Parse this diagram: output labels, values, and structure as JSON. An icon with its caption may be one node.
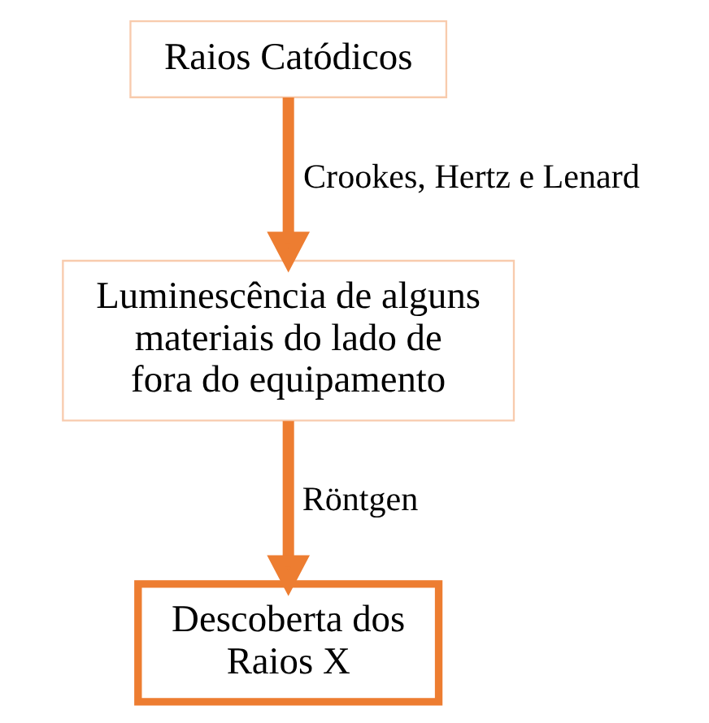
{
  "diagram": {
    "nodes": [
      {
        "text": [
          "Raios Catódicos"
        ]
      },
      {
        "text": [
          "Luminescência de alguns materiais do lado de fora do equipamento"
        ]
      },
      {
        "text": [
          "Descoberta dos Raios X"
        ]
      }
    ],
    "edges": [
      {
        "from": 0,
        "to": 1,
        "arrow": "to",
        "label": "Crookes, Hertz e Lenard"
      },
      {
        "from": 1,
        "to": 2,
        "arrow": "to",
        "label": "Röntgen"
      }
    ]
  }
}
